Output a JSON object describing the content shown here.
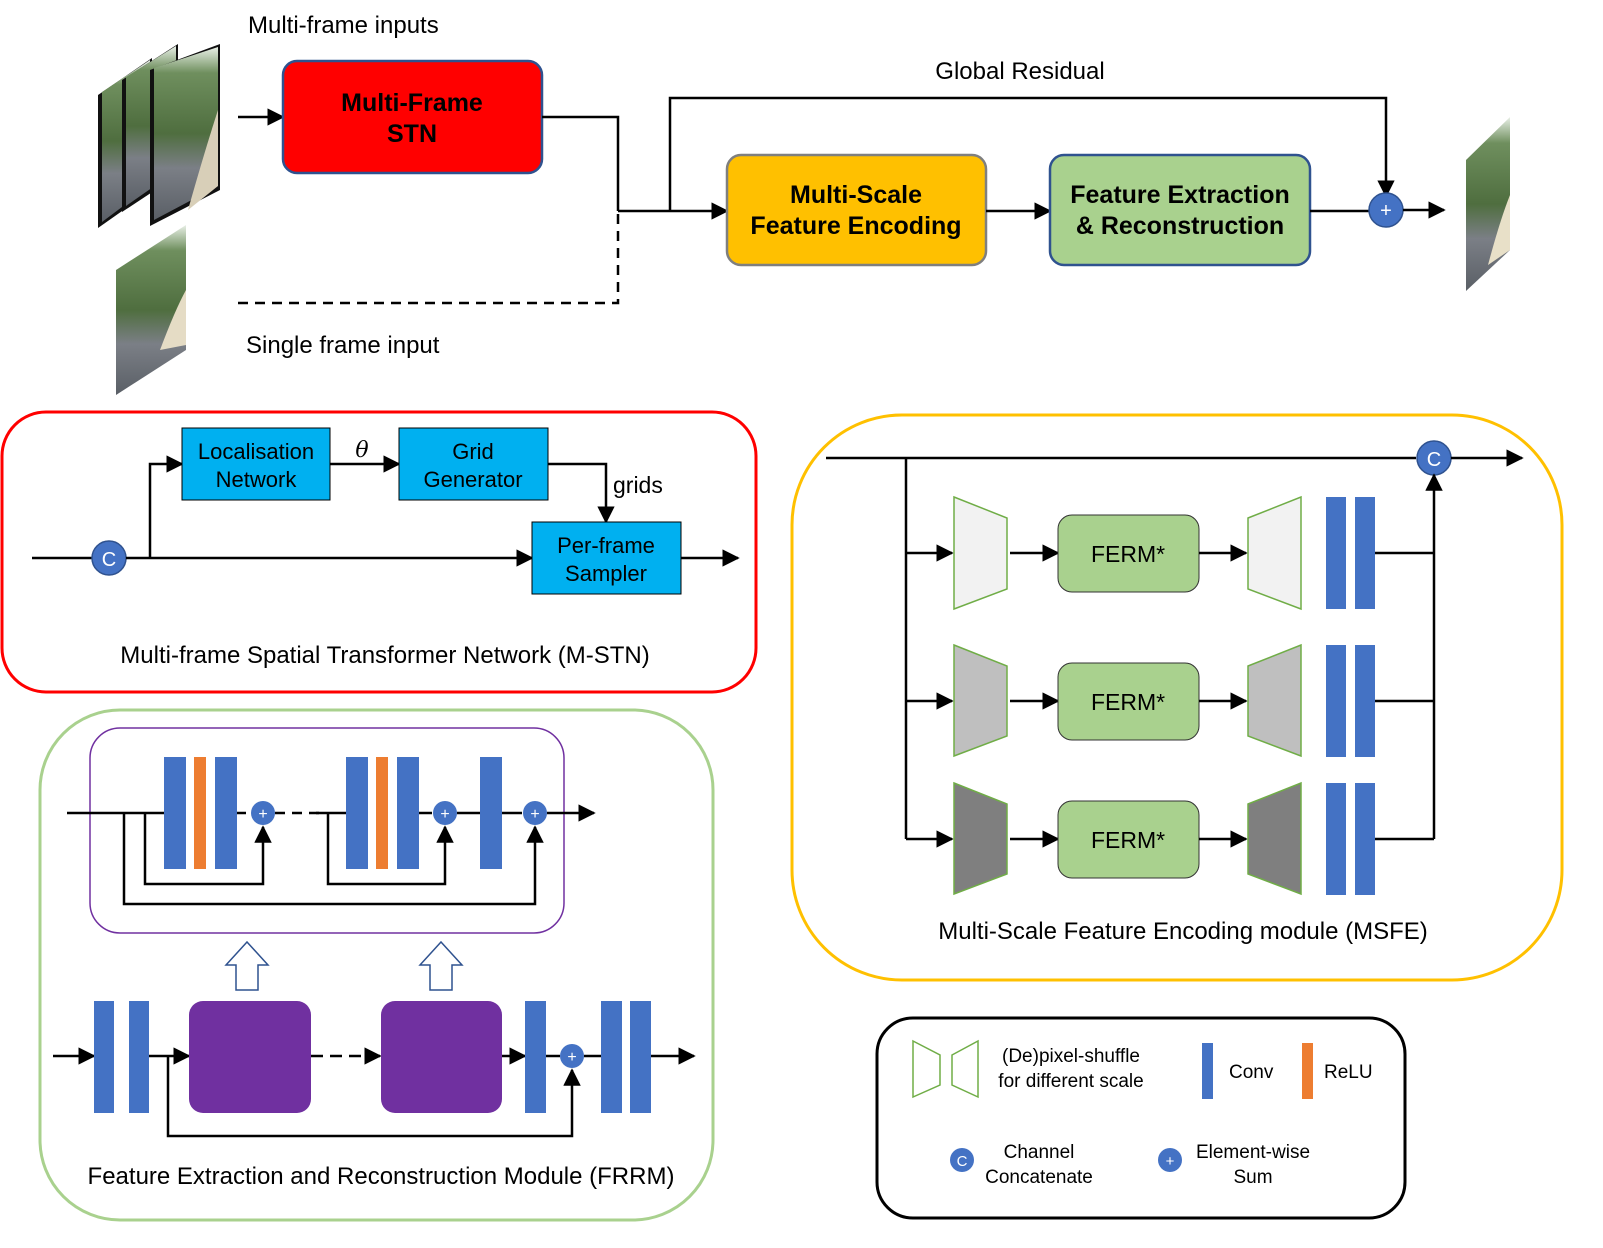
{
  "top": {
    "multi_frame_inputs": "Multi-frame inputs",
    "single_frame_input": "Single frame input",
    "global_residual": "Global Residual",
    "stn_line1": "Multi-Frame",
    "stn_line2": "STN",
    "msfe_line1": "Multi-Scale",
    "msfe_line2": "Feature Encoding",
    "fer_line1": "Feature Extraction",
    "fer_line2": "& Reconstruction",
    "plus": "+"
  },
  "mstn": {
    "localisation_line1": "Localisation",
    "localisation_line2": "Network",
    "theta": "θ",
    "grid_line1": "Grid",
    "grid_line2": "Generator",
    "grids": "grids",
    "sampler_line1": "Per-frame",
    "sampler_line2": "Sampler",
    "concat": "C",
    "caption": "Multi-frame Spatial Transformer Network (M-STN)"
  },
  "msfe": {
    "concat": "C",
    "ferm1": "FERM*",
    "ferm2": "FERM*",
    "ferm3": "FERM*",
    "caption": "Multi-Scale Feature Encoding module (MSFE)"
  },
  "frrm": {
    "plus": "+",
    "caption": "Feature Extraction and Reconstruction Module (FRRM)"
  },
  "legend": {
    "pixel_shuffle_line1": "(De)pixel-shuffle",
    "pixel_shuffle_line2": "for different scale",
    "conv": "Conv",
    "relu": "ReLU",
    "concat_symbol": "C",
    "concat_line1": "Channel",
    "concat_line2": "Concatenate",
    "sum_symbol": "+",
    "sum_line1": "Element-wise",
    "sum_line2": "Sum"
  },
  "colors": {
    "stn_red": "#ff0000",
    "msfe_orange": "#ffc000",
    "fer_green": "#a9d18e",
    "conv_blue": "#4472c4",
    "relu_orange": "#ed7d31",
    "stn_cyan": "#00b0f0",
    "purple_block": "#7030a0",
    "circle_blue": "#4472c4"
  }
}
